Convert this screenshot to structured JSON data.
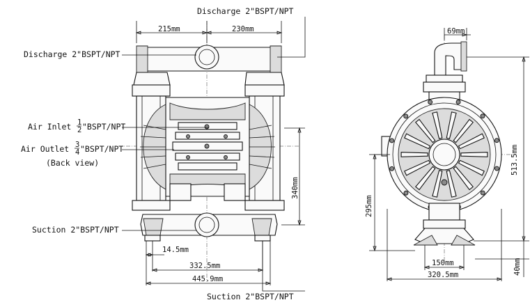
{
  "labels": {
    "discharge_top": "Discharge 2\"BSPT/NPT",
    "discharge_left": "Discharge 2\"BSPT/NPT",
    "air_inlet_prefix": "Air Inlet ",
    "air_inlet_num": "1",
    "air_inlet_den": "2",
    "air_inlet_suffix": "\"BSPT/NPT",
    "air_outlet_prefix": "Air Outlet ",
    "air_outlet_num": "3",
    "air_outlet_den": "4",
    "air_outlet_suffix": "\"BSPT/NPT",
    "back_view": "(Back view)",
    "suction_left": "Suction 2\"BSPT/NPT",
    "suction_bottom": "Suction 2\"BSPT/NPT"
  },
  "dimensions": {
    "front": {
      "left_width": "215mm",
      "right_width": "230mm",
      "height": "340mm",
      "foot_offset": "14.5mm",
      "hole_span": "332.5mm",
      "overall_width": "445.9mm"
    },
    "side": {
      "port_offset": "69mm",
      "overall_height": "513.5mm",
      "center_height": "295mm",
      "foot_height": "40mm",
      "base_span": "150mm",
      "overall_width": "320.5mm"
    }
  }
}
